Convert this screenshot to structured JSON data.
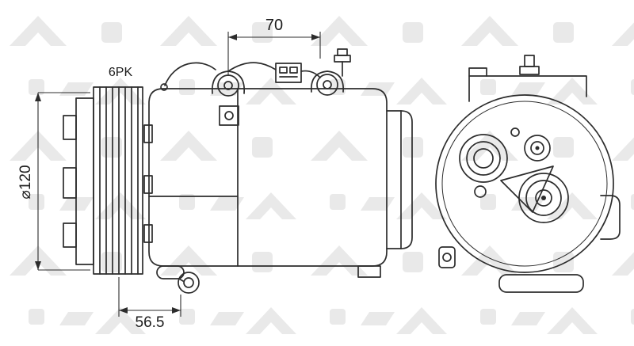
{
  "labels": {
    "belt_type": "6PK",
    "dim_mount_spacing": "70",
    "dim_pulley_diameter": "⌀120",
    "dim_foot_offset": "56.5"
  },
  "colors": {
    "line": "#2c2c2c",
    "watermark": "#e9e9e9",
    "background": "#ffffff"
  }
}
